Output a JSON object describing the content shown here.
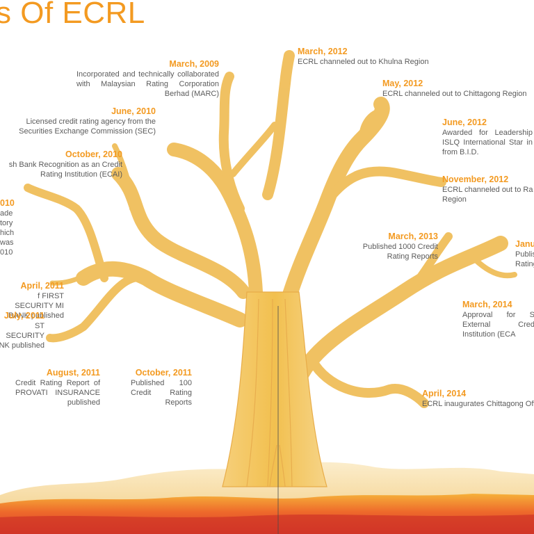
{
  "title": "s Of ECRL",
  "colors": {
    "accent": "#f39a21",
    "text": "#5b5b5b",
    "tree": "#f3c25e",
    "ground": "#e4432a",
    "sand": "#f5dca4"
  },
  "events": [
    {
      "id": "mar2009",
      "date": "March, 2009",
      "text": "Incorporated and technically collaborated with Malaysian Rating Corporation Berhad (MARC)"
    },
    {
      "id": "jun2010",
      "date": "June, 2010",
      "text": "Licensed credit rating agency from the Securities Exchange Commission (SEC)"
    },
    {
      "id": "oct2010",
      "date": "October, 2010",
      "text": "sh Bank Recognition as an Credit Rating Institution (ECAI)"
    },
    {
      "id": "x2010",
      "date": "010",
      "text": "ade tory hich was 010"
    },
    {
      "id": "apr2011",
      "date": "April, 2011",
      "text": "f FIRST SECURITY MI BANK published"
    },
    {
      "id": "jul2011",
      "date": "July, 2011",
      "text": "ST SECURITY NK published"
    },
    {
      "id": "aug2011",
      "date": "August, 2011",
      "text": "Credit Rating Report of PROVATI INSURANCE published"
    },
    {
      "id": "oct2011",
      "date": "October, 2011",
      "text": "Published 100 Credit Rating Reports"
    },
    {
      "id": "mar2012",
      "date": "March, 2012",
      "text": "ECRL channeled out to Khulna Region"
    },
    {
      "id": "may2012",
      "date": "May, 2012",
      "text": "ECRL channeled out to Chittagong Region"
    },
    {
      "id": "jun2012",
      "date": "June, 2012",
      "text": "Awarded for Leadership ISLQ International Star in from B.I.D."
    },
    {
      "id": "nov2012",
      "date": "November, 2012",
      "text": "ECRL channeled out to Ra Region"
    },
    {
      "id": "mar2013",
      "date": "March, 2013",
      "text": "Published 1000 Credit Rating Reports"
    },
    {
      "id": "jan2014",
      "date": "Janu",
      "text": "Publis Rating"
    },
    {
      "id": "mar2014",
      "date": "March, 2014",
      "text": "Approval for S External Cred Institution (ECA"
    },
    {
      "id": "apr2014",
      "date": "April, 2014",
      "text": "ECRL inaugurates Chittagong Off"
    }
  ]
}
